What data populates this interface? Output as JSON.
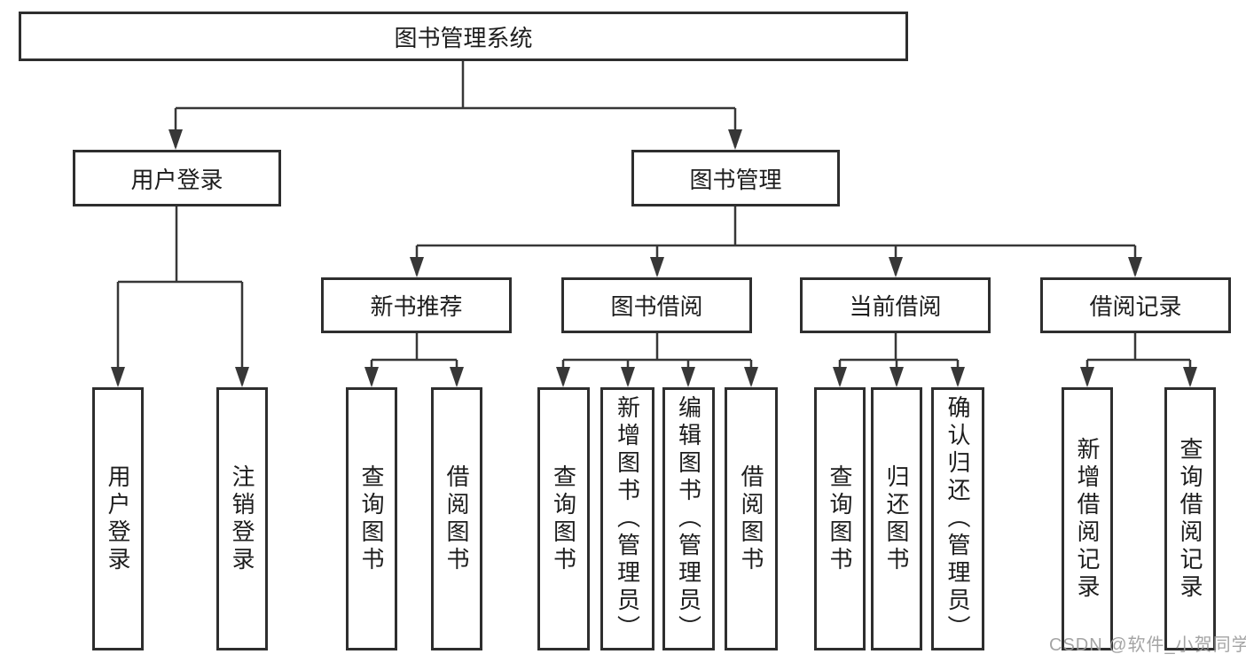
{
  "diagram": {
    "root": {
      "label": "图书管理系统"
    },
    "branches": [
      {
        "label": "用户登录",
        "children": [
          {
            "label": "用户登录"
          },
          {
            "label": "注销登录"
          }
        ]
      },
      {
        "label": "图书管理",
        "children": [
          {
            "label": "新书推荐",
            "children": [
              {
                "label": "查询图书"
              },
              {
                "label": "借阅图书"
              }
            ]
          },
          {
            "label": "图书借阅",
            "children": [
              {
                "label": "查询图书"
              },
              {
                "label": "新增图书（管理员）"
              },
              {
                "label": "编辑图书（管理员）"
              },
              {
                "label": "借阅图书"
              }
            ]
          },
          {
            "label": "当前借阅",
            "children": [
              {
                "label": "查询图书"
              },
              {
                "label": "归还图书"
              },
              {
                "label": "确认归还（管理员）"
              }
            ]
          },
          {
            "label": "借阅记录",
            "children": [
              {
                "label": "新增借阅记录"
              },
              {
                "label": "查询借阅记录"
              }
            ]
          }
        ]
      }
    ]
  },
  "watermark": {
    "text": "CSDN @软件_小贺同学"
  },
  "colors": {
    "line": "#373737",
    "box_border": "#2e2e2e",
    "text": "#1d1d1d",
    "background": "#ffffff",
    "watermark_gray": "#9b9b9b"
  }
}
